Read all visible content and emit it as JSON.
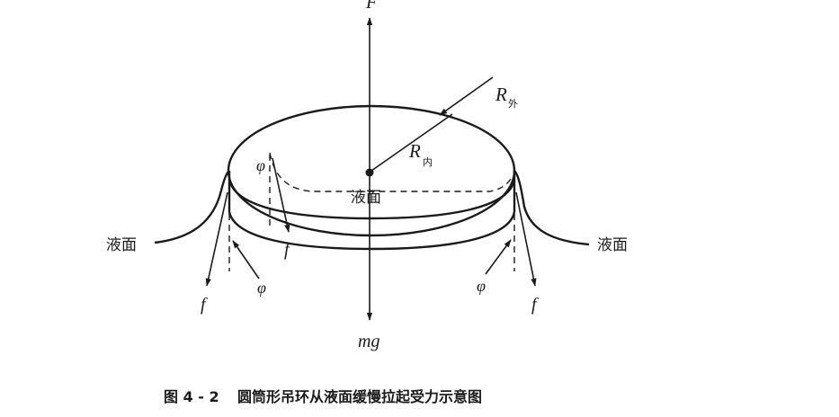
{
  "labels": {
    "force_top": "F",
    "weight": "mg",
    "r_outer_main": "R",
    "r_outer_sub": "外",
    "r_inner_main": "R",
    "r_inner_sub": "内",
    "surface_center": "液面",
    "surface_left": "液面",
    "surface_right": "液面",
    "phi_inner": "φ",
    "phi_left": "φ",
    "phi_right": "φ",
    "f_center": "f",
    "f_left": "f",
    "f_right": "f"
  },
  "caption": {
    "number": "图 4 - 2",
    "text": "圆筒形吊环从液面缓慢拉起受力示意图"
  }
}
